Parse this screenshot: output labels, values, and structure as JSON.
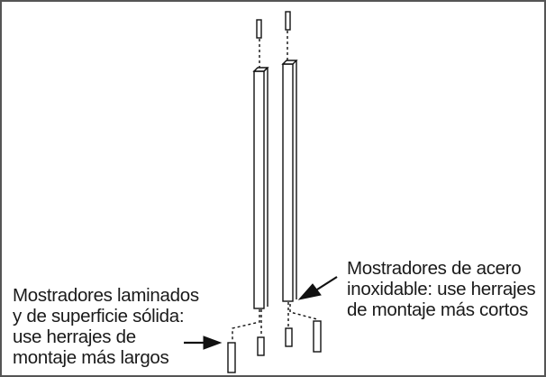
{
  "diagram": {
    "callouts": {
      "laminate": {
        "lines": [
          "Mostradores laminados",
          "y de superficie sólida:",
          "use herrajes de",
          "montaje más largos"
        ]
      },
      "stainless": {
        "lines": [
          "Mostradores de acero",
          "inoxidable: use herrajes",
          "de montaje más cortos"
        ]
      }
    },
    "colors": {
      "stroke": "#111111",
      "fill": "#ffffff",
      "border": "#555555"
    }
  }
}
